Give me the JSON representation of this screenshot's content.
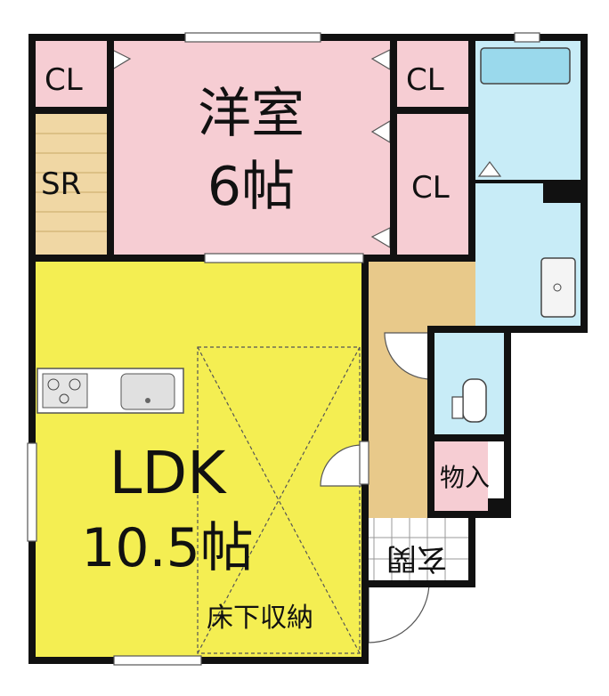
{
  "rooms": {
    "western": {
      "name": "洋室",
      "size": "6帖"
    },
    "ldk": {
      "name": "LDK",
      "size": "10.5帖"
    },
    "closet_topleft": "CL",
    "closet_topright": "CL",
    "closet_right": "CL",
    "storage_room": "SR",
    "storage": "物入",
    "entrance": "玄関",
    "underfloor": "床下収納"
  },
  "colors": {
    "western": "#f6cdd3",
    "ldk": "#f4ee52",
    "bath": "#c8ecf7",
    "hall": "#e8c98a",
    "stairs": "#f0d7a4",
    "wall": "#111111"
  }
}
